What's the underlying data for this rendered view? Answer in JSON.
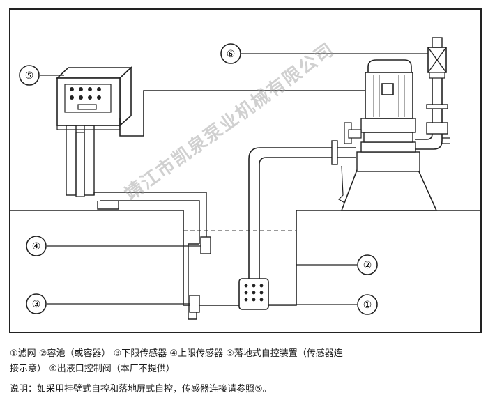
{
  "markers": [
    "⑥",
    "⑤",
    "④",
    "③",
    "②",
    "①"
  ],
  "legend": {
    "line1": "①滤网  ②容池（或容器）  ③下限传感器  ④上限传感器  ⑤落地式自控装置（传感器连",
    "line2": "接示意）   ⑥出液口控制阀（本厂不提供）",
    "note": "说明：如采用挂壁式自控和落地屏式自控，传感器连接请参照⑤。"
  },
  "watermark": "靖江市凯泉泵业机械有限公司"
}
